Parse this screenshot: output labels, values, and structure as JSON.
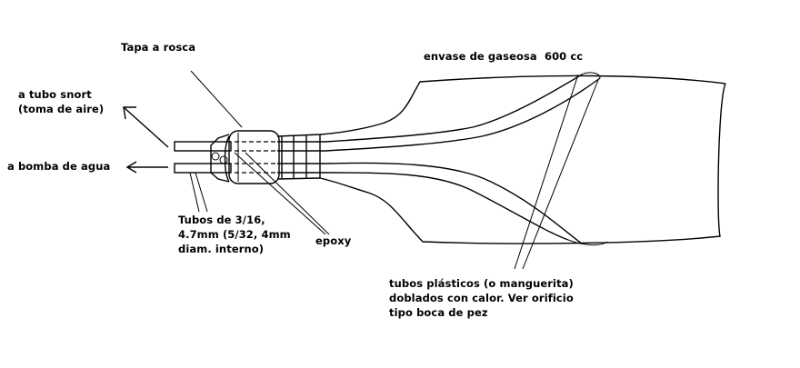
{
  "labels": {
    "tapa": "Tapa a rosca",
    "envase": "envase de gaseosa  600 cc",
    "snort_line1": "a tubo snort",
    "snort_line2": "(toma de aire)",
    "bomba": "a bomba de agua",
    "tubos_line1": "Tubos de 3/16,",
    "tubos_line2": "4.7mm (5/32, 4mm",
    "tubos_line3": "diam. interno)",
    "epoxy": "epoxy",
    "plasticos_line1": "tubos plásticos (o manguerita)",
    "plasticos_line2": "doblados con calor. Ver orificio",
    "plasticos_line3": "tipo boca de pez"
  }
}
